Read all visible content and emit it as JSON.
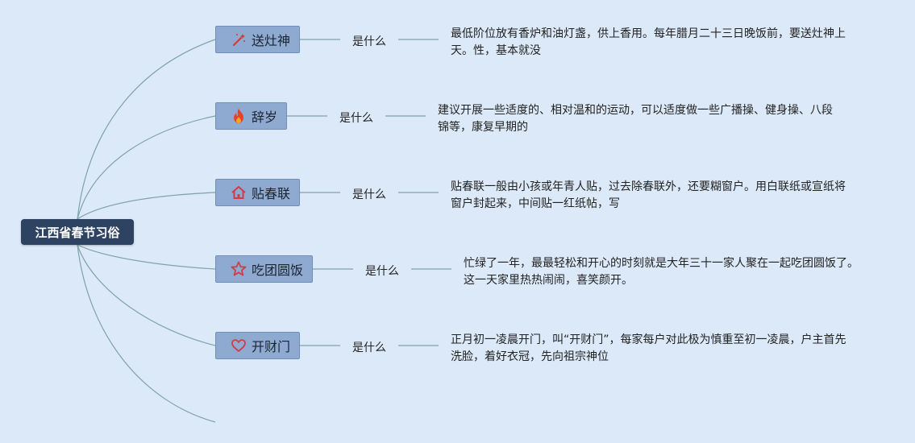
{
  "root": {
    "label": "江西省春节习俗"
  },
  "topics": [
    {
      "label": "送灶神",
      "icon": "magic-wand-icon",
      "sub": "是什么",
      "detail": "最低阶位放有香炉和油灯盏，供上香用。每年腊月二十三日晚饭前，要送灶神上天。性，基本就没"
    },
    {
      "label": "辞岁",
      "icon": "fire-icon",
      "sub": "是什么",
      "detail": "建议开展一些适度的、相对温和的运动，可以适度做一些广播操、健身操、八段锦等，康复早期的"
    },
    {
      "label": "贴春联",
      "icon": "home-icon",
      "sub": "是什么",
      "detail": "贴春联一般由小孩或年青人贴，过去除春联外，还要糊窗户。用白联纸或宣纸将窗户封起来，中间贴一红纸帖，写"
    },
    {
      "label": "吃团圆饭",
      "icon": "star-icon",
      "sub": "是什么",
      "detail": "忙绿了一年，最最轻松和开心的时刻就是大年三十一家人聚在一起吃团圆饭了。这一天家里热热闹闹，喜笑颜开。"
    },
    {
      "label": "开财门",
      "icon": "heart-icon",
      "sub": "是什么",
      "detail": "正月初一凌晨开门，叫“开财门”，每家每户对此极为慎重至初一凌晨，户主首先洗脸，着好衣冠，先向祖宗神位"
    }
  ],
  "colors": {
    "background": "#dce9f8",
    "root": "#2e4262",
    "topic": "#8eaad0",
    "line": "#7fa3a8"
  }
}
